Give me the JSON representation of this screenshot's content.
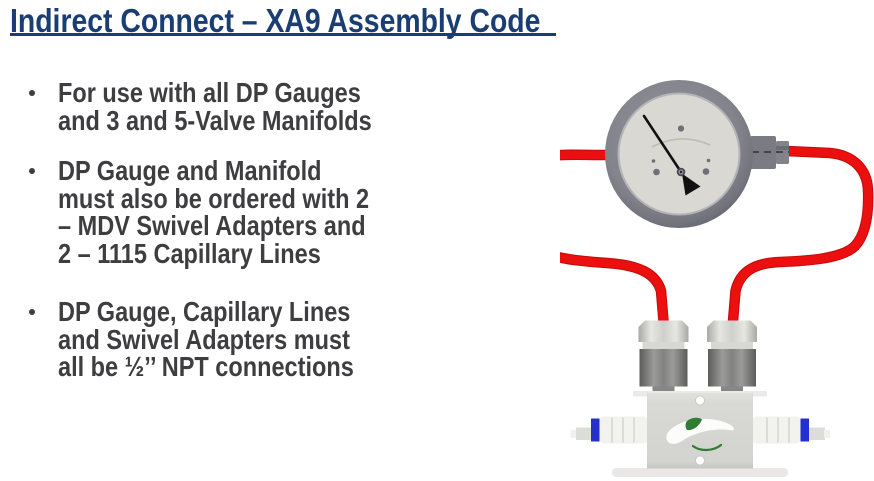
{
  "colors": {
    "title_blue": "#1b3e72",
    "text_gray": "#3e3e40",
    "tube_red": "#ec0f0f",
    "tube_red_dark": "#c40a0a",
    "fitting_blue": "#2430cd",
    "logo_green": "#2e7d32"
  },
  "header": {
    "title": "Indirect Connect – XA9 Assembly Code"
  },
  "bullets": [
    {
      "text": "For use with all DP Gauges\nand 3 and 5-Valve Manifolds"
    },
    {
      "text": "DP Gauge and Manifold\nmust also be ordered with 2\n– MDV Swivel Adapters and\n2 – 1115 Capillary Lines"
    },
    {
      "text": "DP Gauge, Capillary Lines\nand Swivel Adapters must\nall be ½’’ NPT connections"
    }
  ],
  "illustration": {
    "alt": "DP gauge connected by two red 1115 capillary lines through two MDV swivel adapters to a valve manifold with quick-connect side fittings"
  }
}
